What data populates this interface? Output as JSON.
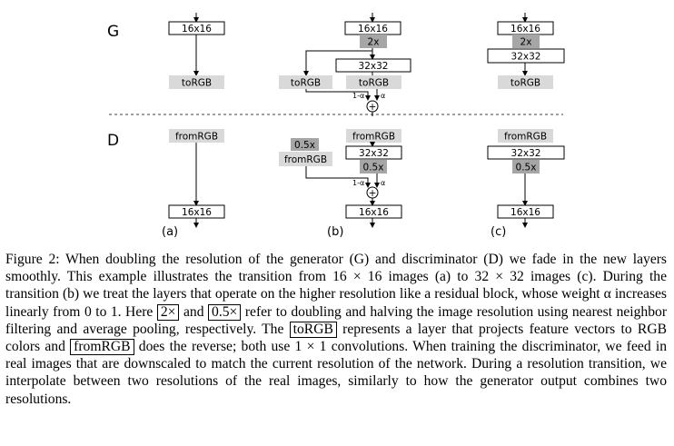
{
  "labels": {
    "generator": "G",
    "discriminator": "D",
    "sub_a": "(a)",
    "sub_b": "(b)",
    "sub_c": "(c)"
  },
  "blocks": {
    "res16": "16x16",
    "res32": "32x32",
    "up2x": "2x",
    "down05x": "0.5x",
    "to_rgb": "toRGB",
    "from_rgb": "fromRGB",
    "one_minus_alpha": "1-α",
    "alpha": "α",
    "plus": "+"
  },
  "caption": {
    "p1": "Figure 2: When doubling the resolution of the generator (G) and discriminator (D) we fade in the new layers smoothly. This example illustrates the transition from 16 × 16 images (a) to 32 × 32 images (c). During the transition (b) we treat the layers that operate on the higher resolution like a residual block, whose weight α increases linearly from 0 to 1. Here",
    "box1": "2×",
    "p2": "and",
    "box2": "0.5×",
    "p3": "refer to doubling and halving the image resolution using nearest neighbor filtering and average pooling, respectively. The",
    "box3": "toRGB",
    "p4": "represents a layer that projects feature vectors to RGB colors and",
    "box4": "fromRGB",
    "p5": "does the reverse; both use 1 × 1 convolutions. When training the discriminator, we feed in real images that are downscaled to match the current resolution of the network. During a resolution transition, we interpolate between two resolutions of the real images, similarly to how the generator output combines two resolutions."
  },
  "colors": {
    "light_gray": "#d9d9d9",
    "dark_gray": "#a6a6a6",
    "line": "#000000"
  }
}
